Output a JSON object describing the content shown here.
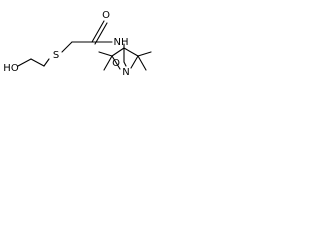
{
  "molecule": {
    "atoms": {
      "hydroxyl": "HO",
      "sulfur": "S",
      "carbonyl_oxygen": "O",
      "amide_nitrogen": "NH",
      "ring_oxygen": "O",
      "ring_nitrogen": "N"
    }
  }
}
